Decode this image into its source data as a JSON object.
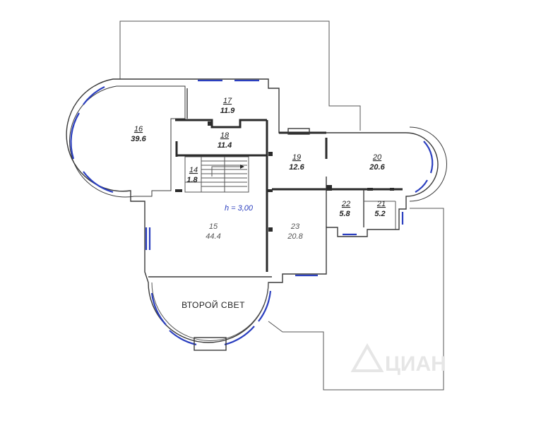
{
  "plan": {
    "height_note": "h = 3,00",
    "void_label": "ВТОРОЙ СВЕТ",
    "rooms": [
      {
        "id": "16",
        "area": "39.6"
      },
      {
        "id": "17",
        "area": "11.9"
      },
      {
        "id": "18",
        "area": "11.4"
      },
      {
        "id": "14",
        "area": "1.8"
      },
      {
        "id": "19",
        "area": "12.6"
      },
      {
        "id": "20",
        "area": "20.6"
      },
      {
        "id": "22",
        "area": "5.8"
      },
      {
        "id": "21",
        "area": "5.2"
      },
      {
        "id": "15",
        "area": "44.4"
      },
      {
        "id": "23",
        "area": "20.8"
      }
    ],
    "watermark": "ЦИАН",
    "colors": {
      "glazing": "#2b3fbf",
      "walls": "#3a3a3a"
    }
  }
}
